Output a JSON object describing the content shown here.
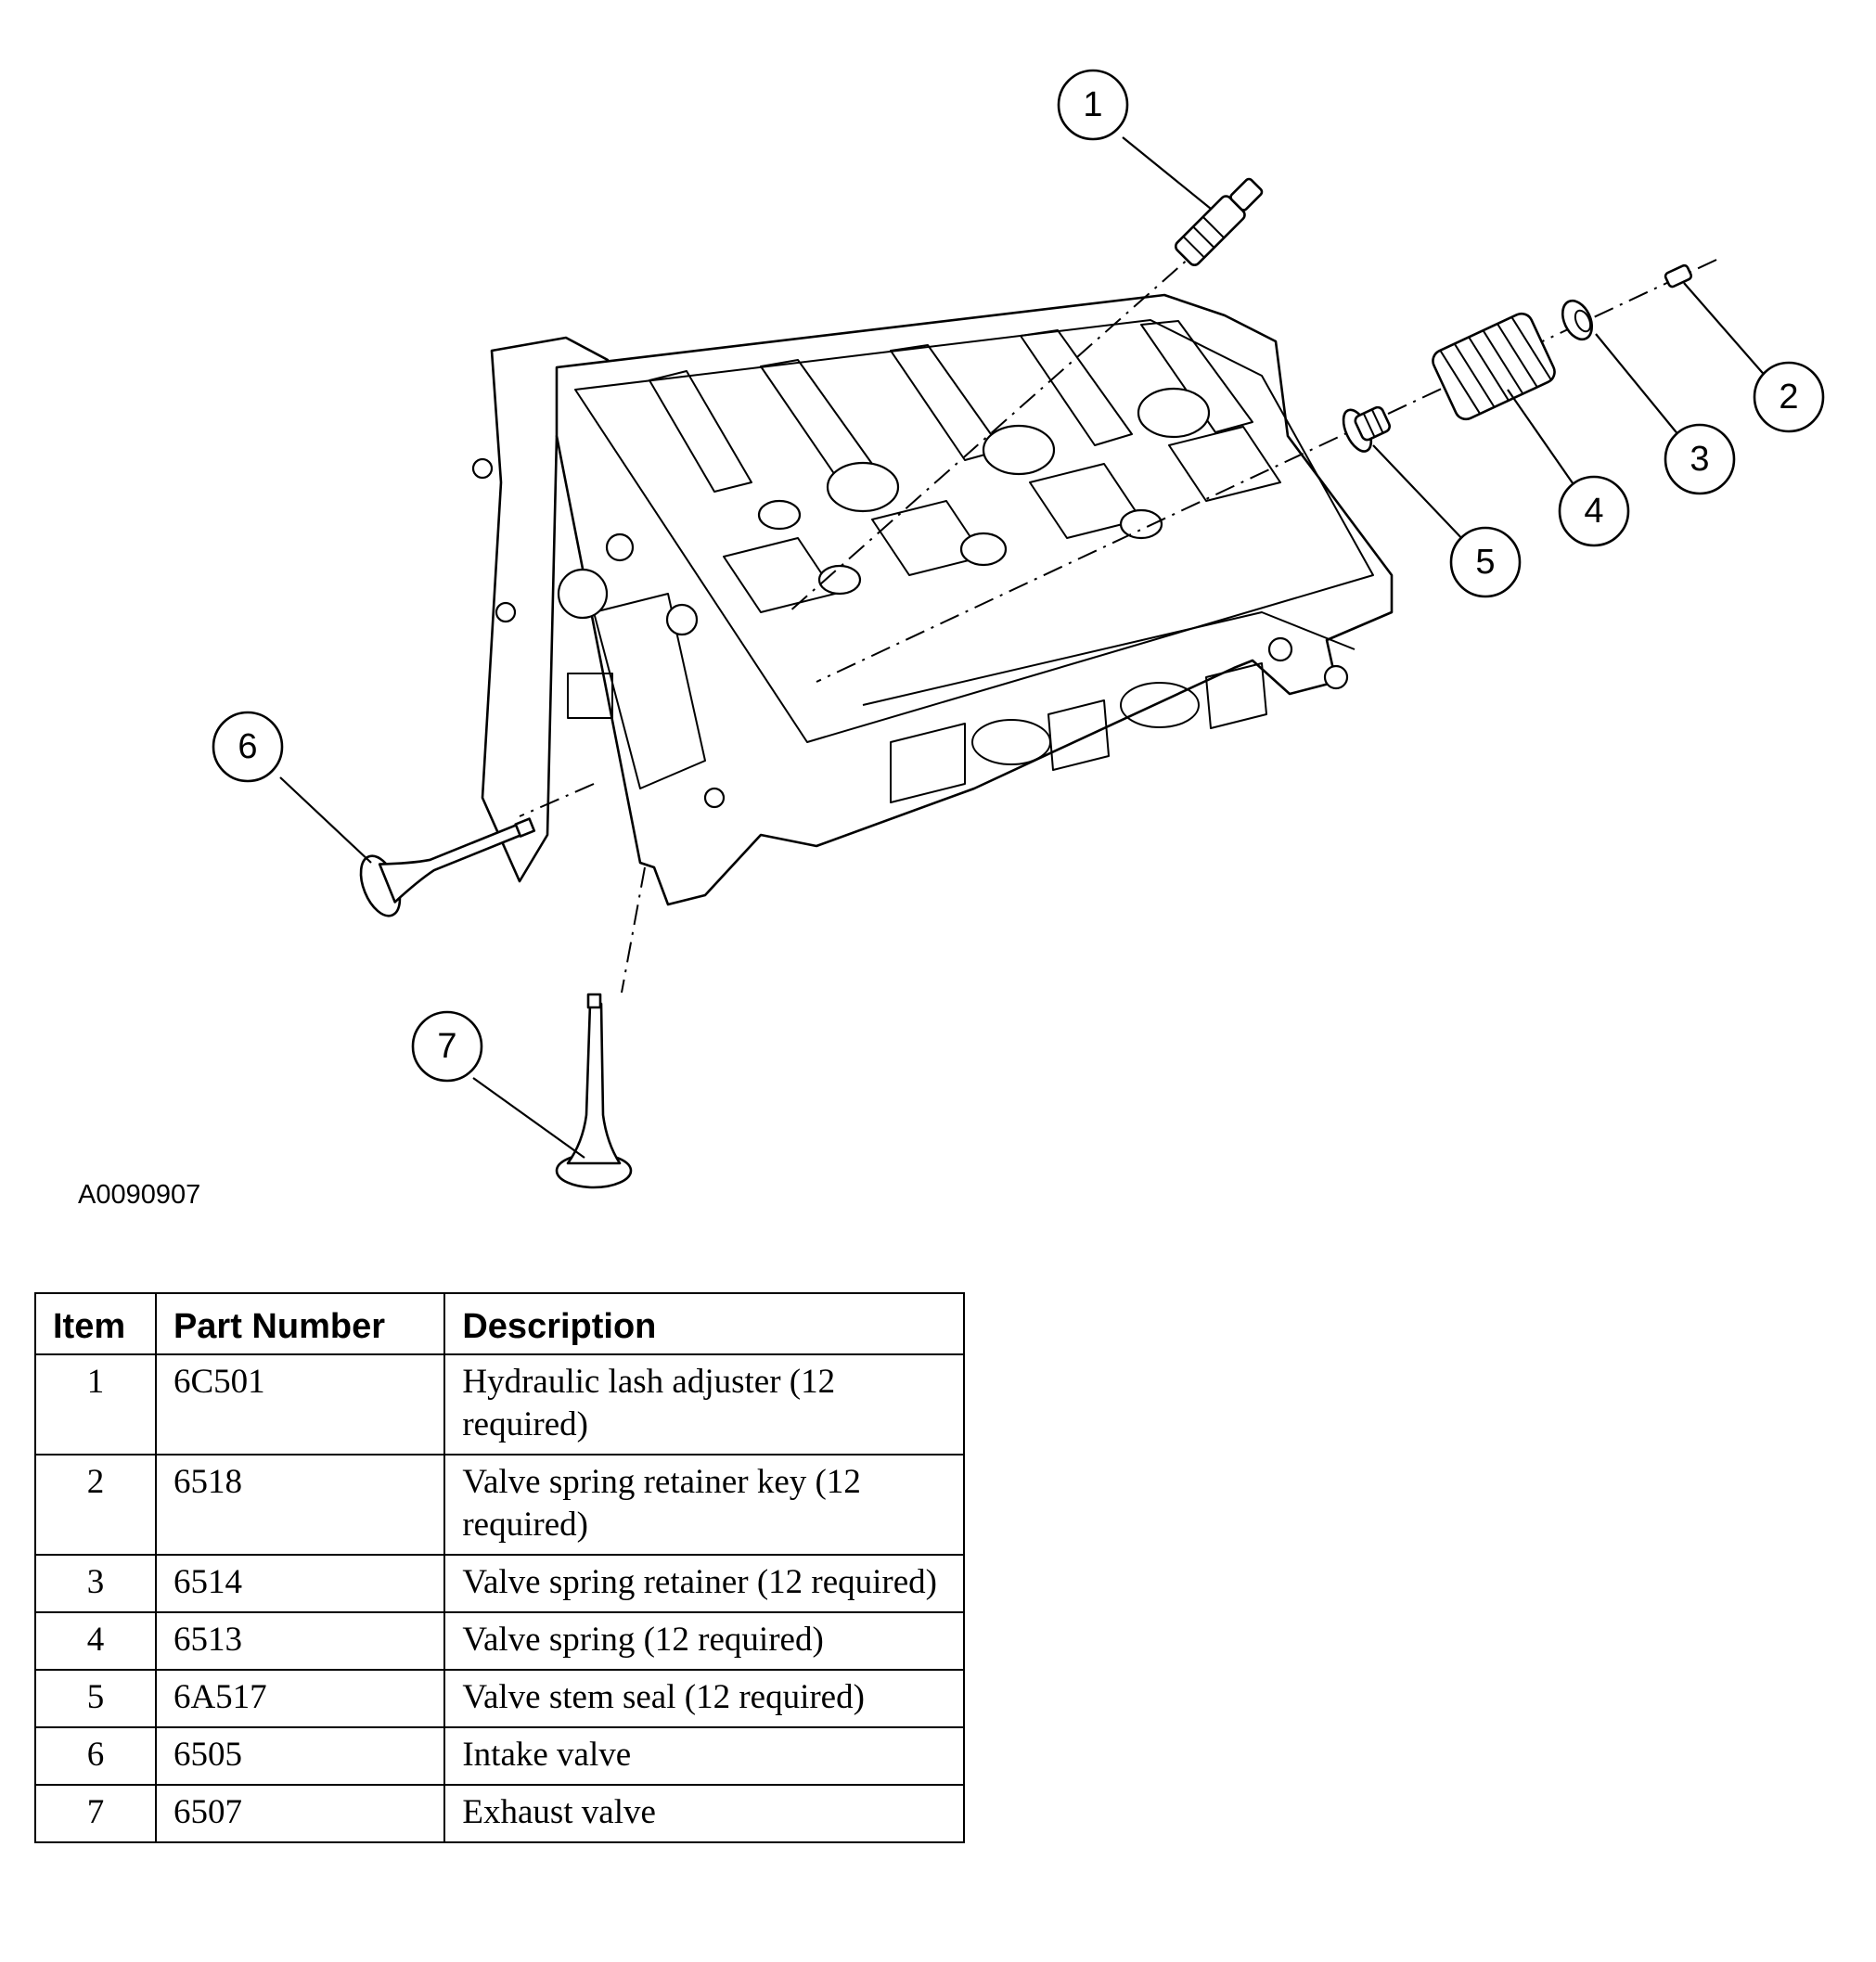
{
  "figure": {
    "id": "A0090907",
    "callouts": [
      "1",
      "2",
      "3",
      "4",
      "5",
      "6",
      "7"
    ]
  },
  "table": {
    "headers": {
      "item": "Item",
      "part_number": "Part Number",
      "description": "Description"
    },
    "rows": [
      {
        "item": "1",
        "part_number": "6C501",
        "description": "Hydraulic lash adjuster (12 required)"
      },
      {
        "item": "2",
        "part_number": "6518",
        "description": "Valve spring retainer key (12 required)"
      },
      {
        "item": "3",
        "part_number": "6514",
        "description": "Valve spring retainer (12 required)"
      },
      {
        "item": "4",
        "part_number": "6513",
        "description": "Valve spring (12 required)"
      },
      {
        "item": "5",
        "part_number": "6A517",
        "description": "Valve stem seal (12 required)"
      },
      {
        "item": "6",
        "part_number": "6505",
        "description": "Intake valve"
      },
      {
        "item": "7",
        "part_number": "6507",
        "description": "Exhaust valve"
      }
    ]
  }
}
